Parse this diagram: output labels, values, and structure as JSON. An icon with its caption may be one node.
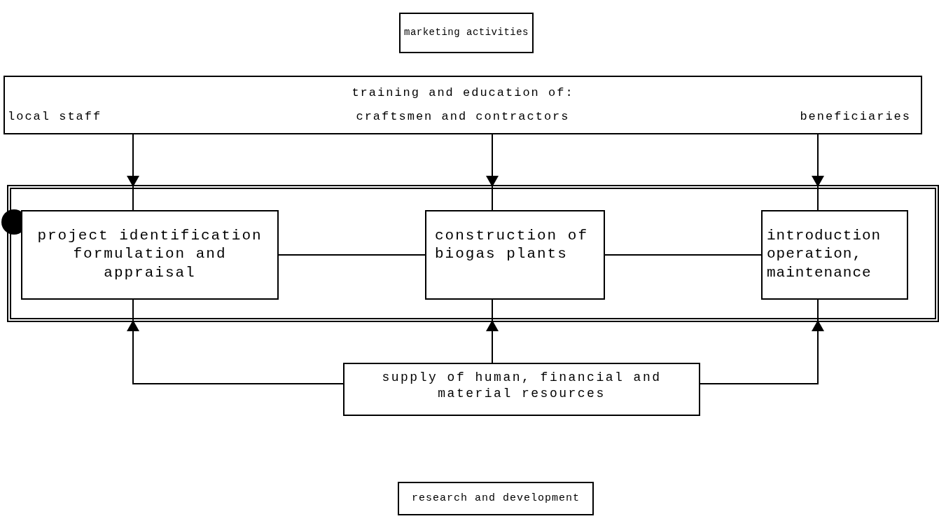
{
  "diagram": {
    "nodes": [
      {
        "text": [
          "marketing activities"
        ]
      },
      {
        "text": [
          "training and education of:",
          "local staff",
          "craftsmen and contractors",
          "beneficiaries"
        ]
      },
      {
        "text": [],
        "shape": "box"
      },
      {
        "text": [
          "project identification formulation and appraisal"
        ],
        "in": 2
      },
      {
        "text": [
          "construction of biogas plants"
        ],
        "in": 2
      },
      {
        "text": [
          "introduction operation, maintenance"
        ],
        "in": 2
      },
      {
        "text": [
          "supply of human, financial and material resources"
        ]
      },
      {
        "text": [
          "research and development"
        ]
      }
    ],
    "edges": [
      {
        "from": 1,
        "to": 3,
        "arrow": "to"
      },
      {
        "from": 1,
        "to": 4,
        "arrow": "to"
      },
      {
        "from": 1,
        "to": 5,
        "arrow": "to"
      },
      {
        "from": 6,
        "to": 3,
        "arrow": "to"
      },
      {
        "from": 6,
        "to": 4,
        "arrow": "to"
      },
      {
        "from": 6,
        "to": 5,
        "arrow": "to"
      },
      {
        "from": 3,
        "to": 4,
        "arrow": "none"
      },
      {
        "from": 4,
        "to": 5,
        "arrow": "none"
      }
    ]
  }
}
